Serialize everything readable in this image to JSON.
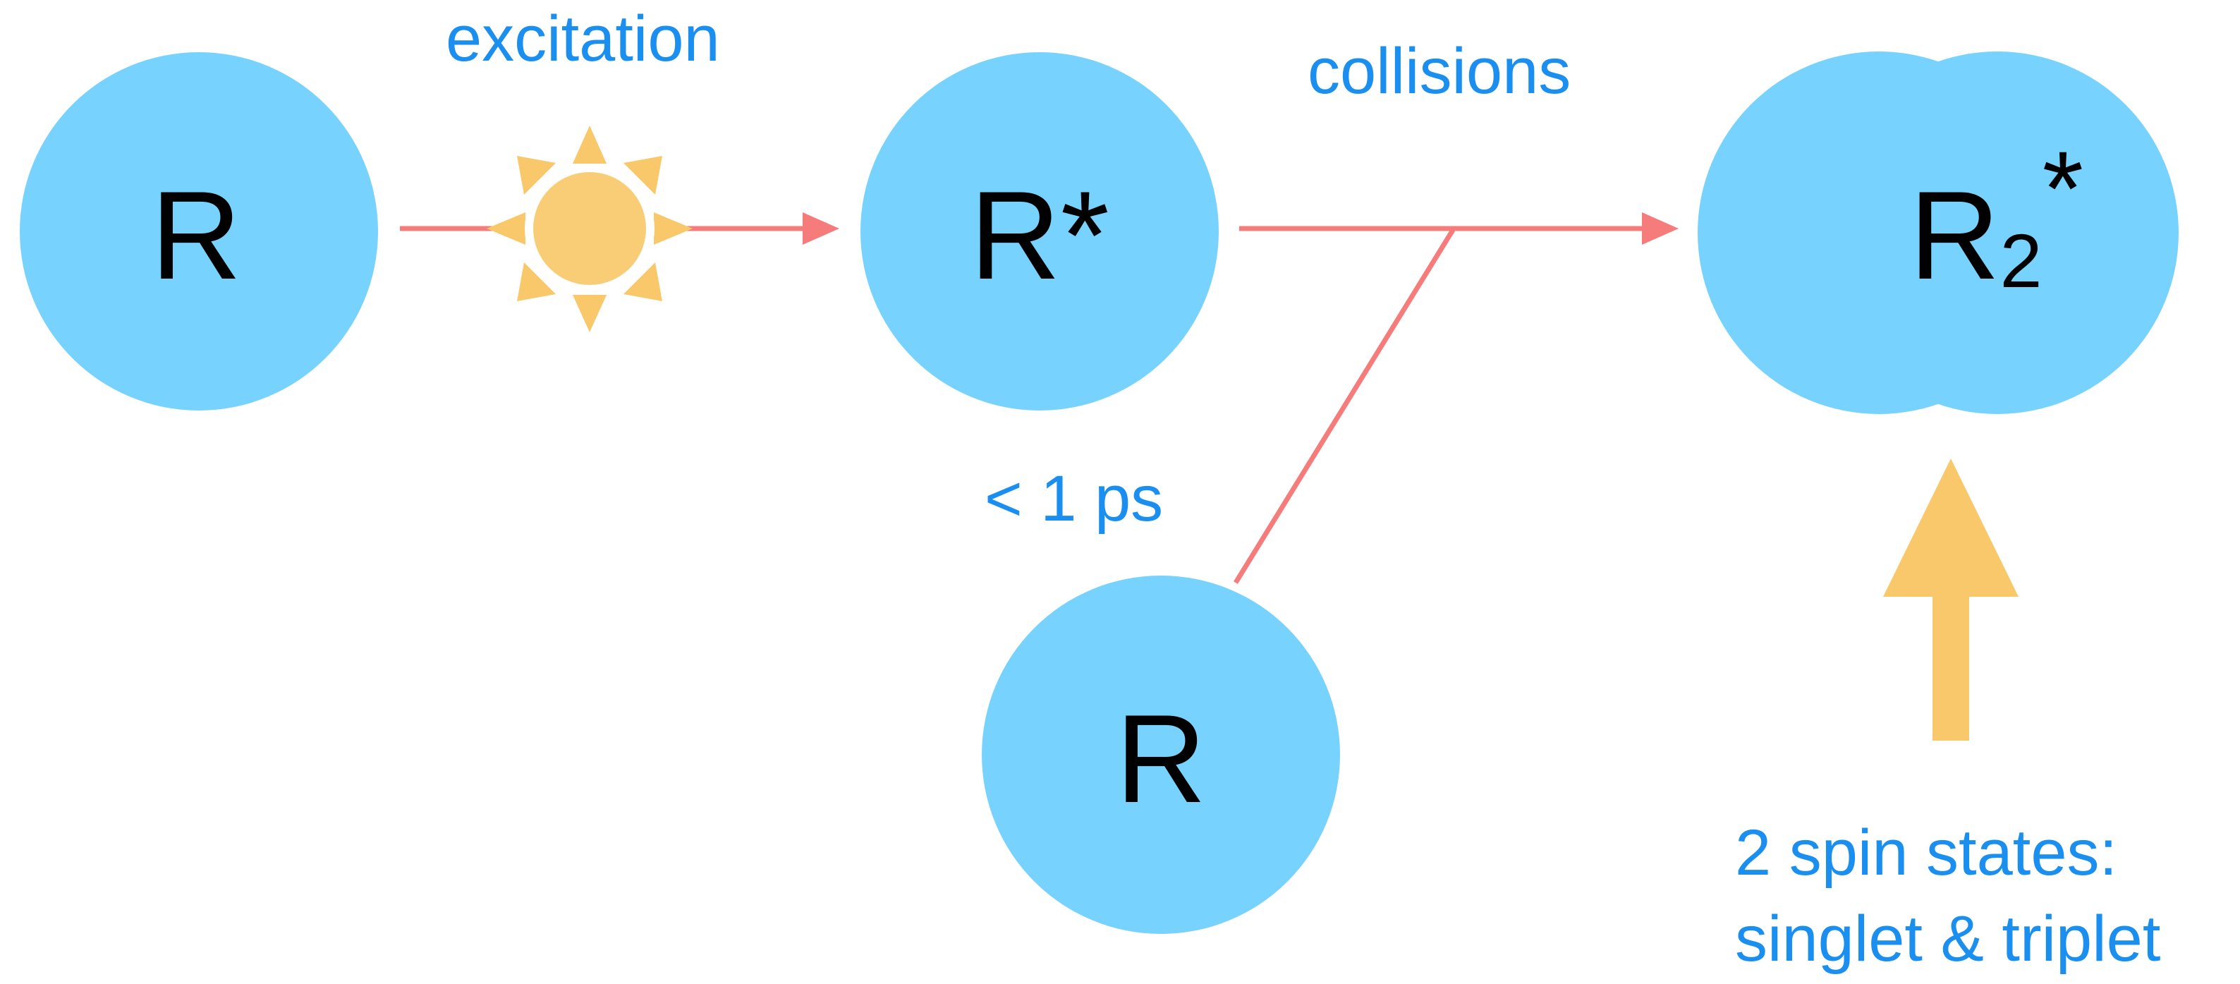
{
  "labels": {
    "excitation": "excitation",
    "collisions": "collisions",
    "time": "< 1 ps",
    "spin_line1": "2 spin states:",
    "spin_line2": "singlet & triplet"
  },
  "nodes": {
    "ground_left": {
      "label": "R"
    },
    "excited": {
      "label": "R*"
    },
    "ground_bottom": {
      "label": "R"
    },
    "excimer": {
      "base": "R",
      "subscript": "2",
      "superscript": "*"
    }
  },
  "colors": {
    "node_fill": "#77d3fd",
    "arrow": "#f67c7c",
    "sun": "#f9cd75",
    "sun_rays": "#f9c86a",
    "label_text": "#1a8ff0",
    "pointer_arrow": "#f9c86a"
  },
  "icons": {
    "sun": "sun-icon",
    "pointer": "up-arrow-icon"
  }
}
